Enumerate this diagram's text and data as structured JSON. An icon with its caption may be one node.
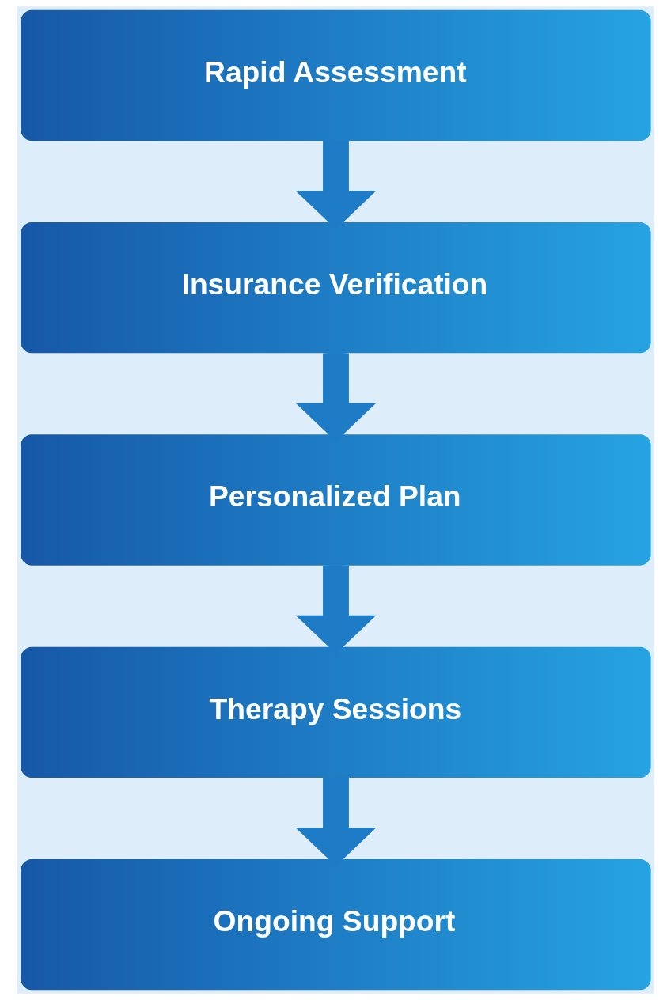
{
  "diagram": {
    "nodes": [
      {
        "text": [
          "Rapid Assessment"
        ]
      },
      {
        "text": [
          "Insurance Verification"
        ]
      },
      {
        "text": [
          "Personalized Plan"
        ]
      },
      {
        "text": [
          "Therapy Sessions"
        ]
      },
      {
        "text": [
          "Ongoing Support"
        ]
      }
    ],
    "edges": [
      {
        "from": 0,
        "to": 1,
        "arrow": "to"
      },
      {
        "from": 1,
        "to": 2,
        "arrow": "to"
      },
      {
        "from": 2,
        "to": 3,
        "arrow": "to"
      },
      {
        "from": 3,
        "to": 4,
        "arrow": "to"
      }
    ]
  }
}
